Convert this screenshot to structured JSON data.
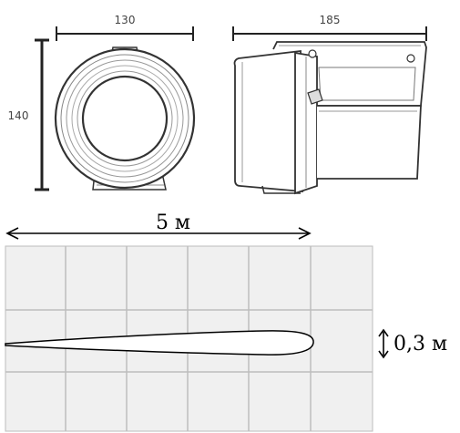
{
  "dimensions": {
    "front_width": "130",
    "side_depth": "185",
    "height": "140"
  },
  "beam": {
    "range_label": "5 м",
    "width_label": "0,3 м"
  },
  "colors": {
    "grid_fill": "#f0f0f0",
    "grid_line": "#bdbdbd",
    "ink": "#222222"
  }
}
